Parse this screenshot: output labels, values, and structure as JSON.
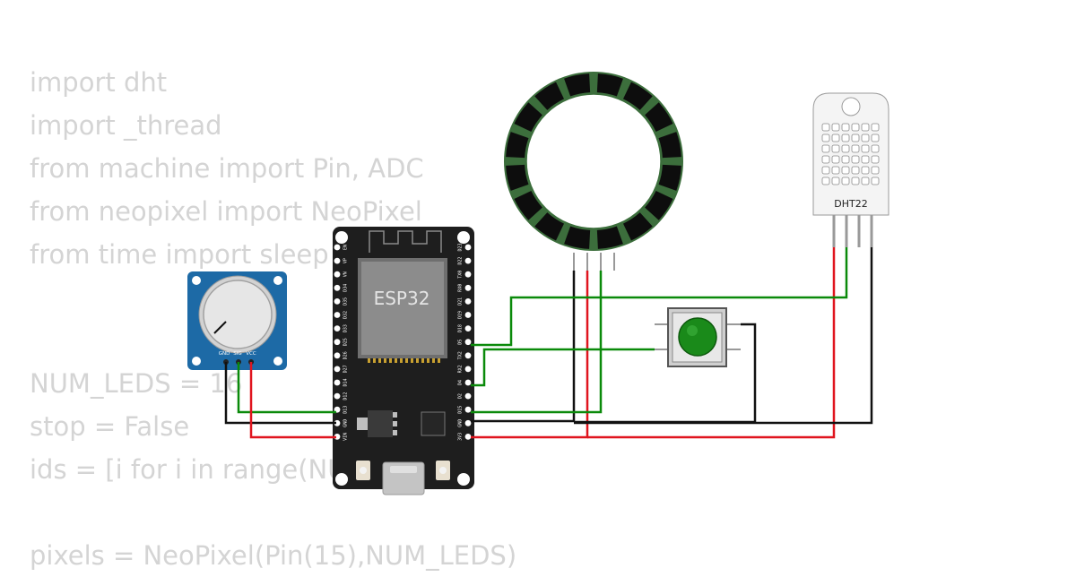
{
  "code_lines": [
    "import dht",
    "import _thread",
    "from machine import Pin, ADC",
    "from neopixel import NeoPixel",
    "from time import sleep",
    "",
    "",
    "NUM_LEDS = 16",
    "stop = False",
    "ids = [i for i in range(NUM_LEDS)]",
    "",
    "pixels = NeoPixel(Pin(15),NUM_LEDS)"
  ],
  "components": {
    "esp32": {
      "label": "ESP32",
      "left_pins": [
        "EN",
        "VP",
        "VN",
        "D34",
        "D35",
        "D32",
        "D33",
        "D25",
        "D26",
        "D27",
        "D14",
        "D12",
        "D13",
        "GND",
        "VIN"
      ],
      "right_pins": [
        "D23",
        "D22",
        "TX0",
        "RX0",
        "D21",
        "D19",
        "D18",
        "D5",
        "TX2",
        "RX2",
        "D4",
        "D2",
        "D15",
        "GND",
        "3V3"
      ]
    },
    "potentiometer": {
      "pins": [
        "GND",
        "SIG",
        "VCC"
      ]
    },
    "dht22": {
      "label": "DHT22"
    },
    "neopixel_ring": {
      "led_count": 16
    },
    "pushbutton": {
      "cap_color": "#1a8a1a"
    }
  },
  "colors": {
    "wire_green": "#0a8a0a",
    "wire_red": "#e0141e",
    "wire_black": "#111111",
    "board": "#1e1e1e",
    "chip": "#8c8c8c",
    "pot_board": "#1d6aa6",
    "ring_segment": "#0d0d0d",
    "ring_accent": "#3c6e3c"
  }
}
